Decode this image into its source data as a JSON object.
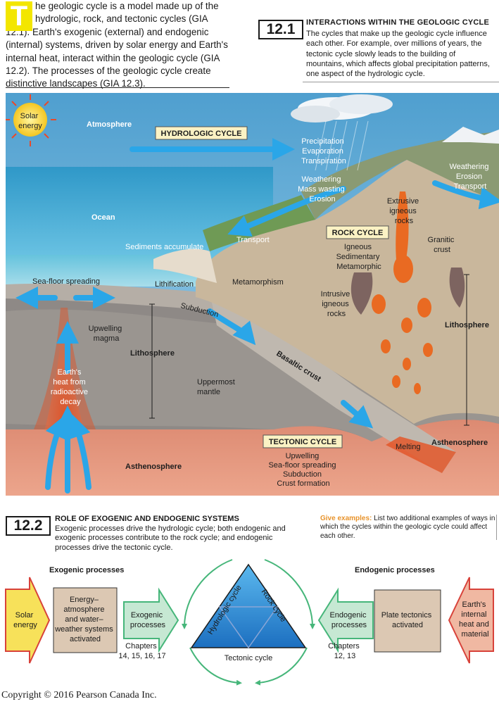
{
  "intro": {
    "drop_cap": "T",
    "text_first": "he geologic cycle is a model made up of the",
    "text_rest": "hydrologic, rock, and tectonic cycles (GIA 12.1). Earth's exogenic (external) and endogenic (internal) systems, driven by solar energy and Earth's internal heat, interact within the geologic cycle (GIA 12.2). The processes of the geologic cycle create distinctive landscapes (GIA 12.3)."
  },
  "section_1": {
    "number": "12.1",
    "title": "INTERACTIONS WITHIN THE GEOLOGIC CYCLE",
    "body": "The cycles that make up the geologic cycle influence each other. For example, over millions of years, the tectonic cycle slowly leads to the building of mountains, which affects global precipitation patterns, one aspect of the hydrologic cycle."
  },
  "diagram": {
    "solar_energy": [
      "Solar",
      "energy"
    ],
    "atmosphere": "Atmosphere",
    "hydrologic_cycle": "HYDROLOGIC CYCLE",
    "precip": [
      "Precipitation",
      "Evaporation",
      "Transpiration"
    ],
    "weathering_left": [
      "Weathering",
      "Mass wasting",
      "Erosion"
    ],
    "weathering_right": [
      "Weathering",
      "Erosion",
      "Transport"
    ],
    "ocean": "Ocean",
    "transport": "Transport",
    "sediments": "Sediments accumulate",
    "extrusive": [
      "Extrusive",
      "igneous",
      "rocks"
    ],
    "rock_cycle": "ROCK CYCLE",
    "rock_types": [
      "Igneous",
      "Sedimentary",
      "Metamorphic"
    ],
    "granitic": [
      "Granitic",
      "crust"
    ],
    "seafloor": "Sea-floor spreading",
    "lithification": "Lithification",
    "metamorphism": "Metamorphism",
    "intrusive": [
      "Intrusive",
      "igneous",
      "rocks"
    ],
    "subduction": "Subduction",
    "upwelling": [
      "Upwelling",
      "magma"
    ],
    "lithosphere_left": "Lithosphere",
    "lithosphere_right": "Lithosphere",
    "earth_heat": [
      "Earth's",
      "heat from",
      "radioactive",
      "decay"
    ],
    "basaltic": "Basaltic crust",
    "uppermost": [
      "Uppermost",
      "mantle"
    ],
    "tectonic_cycle": "TECTONIC CYCLE",
    "tectonic_items": [
      "Upwelling",
      "Sea-floor spreading",
      "Subduction",
      "Crust formation"
    ],
    "melting": "Melting",
    "asthenosphere_right": "Asthenosphere",
    "asthenosphere_left": "Asthenosphere"
  },
  "section_2": {
    "number": "12.2",
    "title": "ROLE OF EXOGENIC AND ENDOGENIC SYSTEMS",
    "body": "Exogenic processes drive the hydrologic cycle; both endogenic and exogenic processes contribute to the rock cycle; and endogenic processes drive the tectonic cycle.",
    "give_label": "Give examples:",
    "give_text": " List two additional examples of ways in which the cycles within the geologic cycle could affect each other."
  },
  "flow": {
    "exogenic_heading": "Exogenic processes",
    "endogenic_heading": "Endogenic processes",
    "solar": [
      "Solar",
      "energy"
    ],
    "energy_box": [
      "Energy–",
      "atmosphere",
      "and water–",
      "weather systems",
      "activated"
    ],
    "exo_arrow": [
      "Exogenic",
      "processes"
    ],
    "chapters_left": [
      "Chapters",
      "14, 15, 16, 17"
    ],
    "hydrologic": "Hydrologic cycle",
    "rock": "Rock cycle",
    "tectonic": "Tectonic cycle",
    "endo_arrow": [
      "Endogenic",
      "processes"
    ],
    "plate_box": [
      "Plate tectonics",
      "activated"
    ],
    "chapters_right": [
      "Chapters",
      "12, 13"
    ],
    "earth": [
      "Earth's",
      "internal",
      "heat and",
      "material"
    ]
  },
  "copyright": "Copyright © 2016 Pearson Canada Inc.",
  "colors": {
    "ocean": "#3fa9d4",
    "sky": "#6fb4d8",
    "crust": "#c9b79c",
    "mantle": "#8e8986",
    "asthenosphere": "#e4846a",
    "arrow_blue": "#2aa6e8",
    "cycle_label_bg": "#fbf2c4",
    "triangle": "#1e7fc9",
    "green_arrow": "#4db87a",
    "energy_box": "#dcc8b3",
    "red_arrow": "#d8423a",
    "yellow_fill": "#f7e15a"
  }
}
